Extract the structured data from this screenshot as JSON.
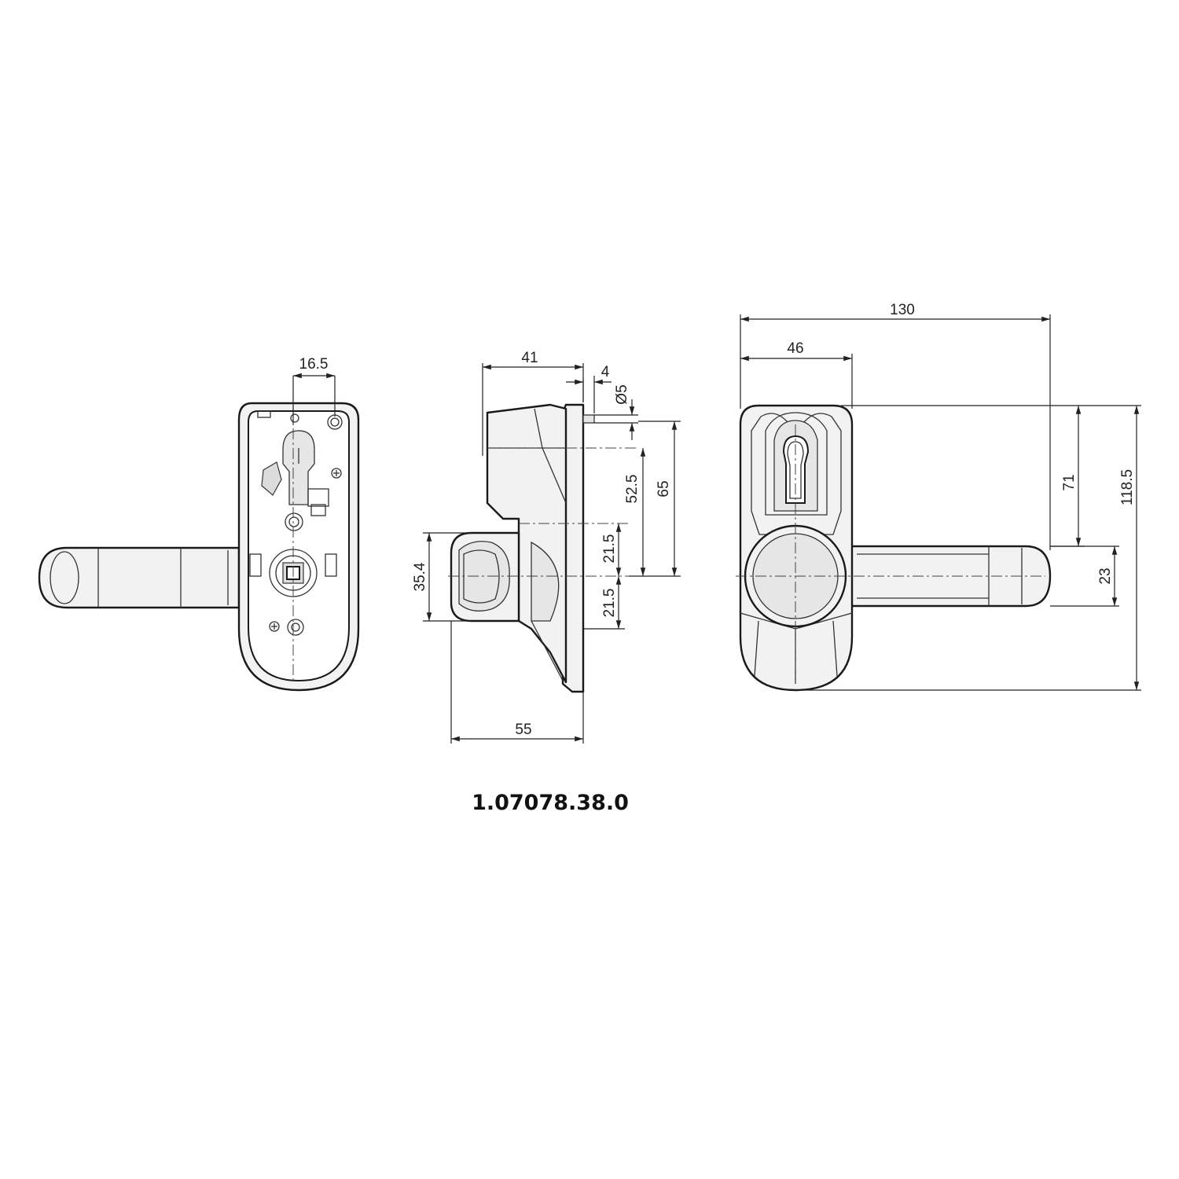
{
  "part_number": "1.07078.38.0",
  "views": {
    "front": {
      "dimensions": {
        "cylinder_offset": "16.5"
      }
    },
    "side": {
      "dimensions": {
        "body_depth": "41",
        "plate_thickness": "4",
        "pin_diameter": "Ø5",
        "upper_offset": "52.5",
        "spindle_height": "65",
        "upper_half": "21.5",
        "lower_half": "21.5",
        "handle_height": "35.4",
        "total_depth": "55"
      }
    },
    "rear": {
      "dimensions": {
        "overall_length": "130",
        "plate_width": "46",
        "cylinder_to_spindle": "71",
        "overall_height": "118.5",
        "handle_diameter": "23"
      }
    }
  }
}
